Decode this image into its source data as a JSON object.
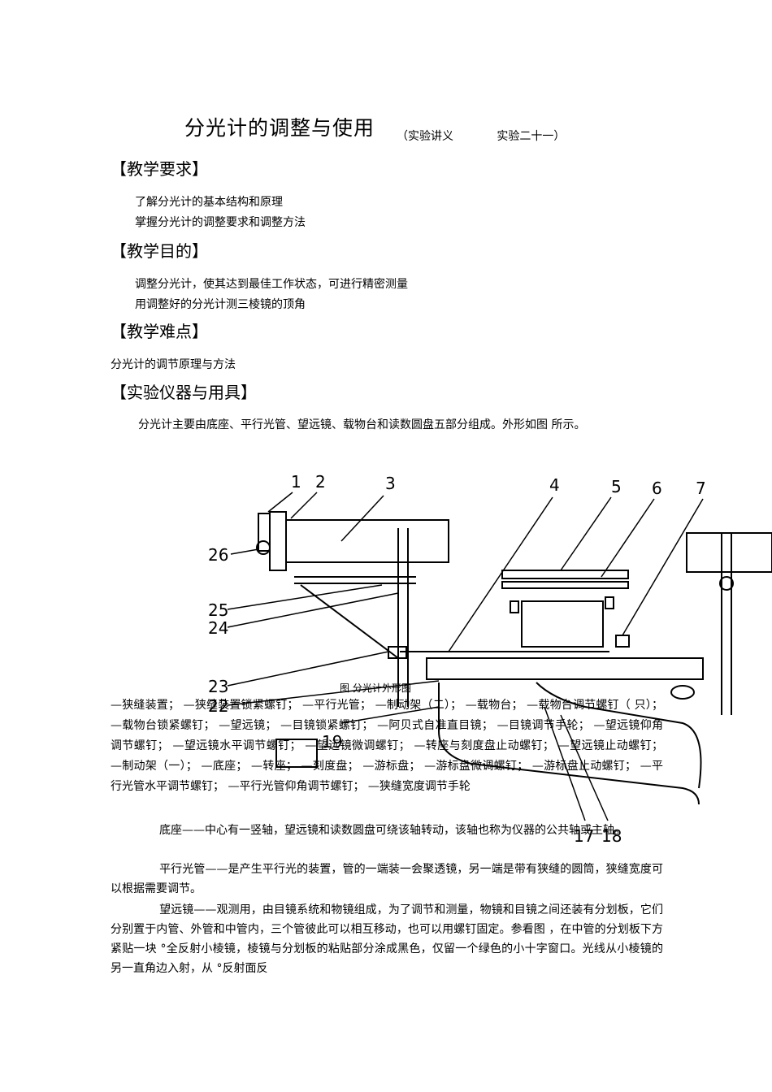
{
  "doc": {
    "title": "分光计的调整与使用",
    "subtitle": "（实验讲义            实验二十一）"
  },
  "sections": {
    "req": {
      "heading": "【教学要求】",
      "items": [
        "了解分光计的基本结构和原理",
        "掌握分光计的调整要求和调整方法"
      ]
    },
    "goal": {
      "heading": "【教学目的】",
      "items": [
        "调整分光计，使其达到最佳工作状态，可进行精密测量",
        "用调整好的分光计测三棱镜的顶角"
      ]
    },
    "diff": {
      "heading": "【教学难点】",
      "text": "分光计的调节原理与方法"
    },
    "inst": {
      "heading": "【实验仪器与用具】",
      "intro": "分光计主要由底座、平行光管、望远镜、载物台和读数圆盘五部分组成。外形如图      所示。"
    }
  },
  "figure": {
    "caption": "图    分光计外形图",
    "labels": [
      "1",
      "2",
      "3",
      "4",
      "5",
      "6",
      "7",
      "26",
      "25",
      "24",
      "23",
      "22",
      "19",
      "17",
      "18"
    ]
  },
  "legend": "—狭缝装置；  —狭缝装置锁紧螺钉；  —平行光管；  —制动架（二）；  —载物台；  —载物台调节螺钉（  只）；  —载物台锁紧螺钉；  —望远镜；  —目镜锁紧螺钉；  —阿贝式自准直目镜；  —目镜调节手轮；  —望远镜仰角调节螺钉；  —望远镜水平调节螺钉；  —望远镜微调螺钉；  —转座与刻度盘止动螺钉；  —望远镜止动螺钉；  —制动架（一）；  —底座；  —转座；  —刻度盘；  —游标盘；  —游标盘微调螺钉；  —游标盘止动螺钉；  —平行光管水平调节螺钉；  —平行光管仰角调节螺钉；  —狭缝宽度调节手轮",
  "paragraphs": [
    "底座——中心有一竖轴，望远镜和读数圆盘可绕该轴转动，该轴也称为仪器的公共轴或主轴。",
    "平行光管——是产生平行光的装置，管的一端装一会聚透镜，另一端是带有狭缝的圆筒，狭缝宽度可以根据需要调节。",
    "望远镜——观测用，由目镜系统和物镜组成，为了调节和测量，物镜和目镜之间还装有分划板，它们分别置于内管、外管和中管内，三个管彼此可以相互移动，也可以用螺钉固定。参看图    ，在中管的分划板下方紧贴一块    °全反射小棱镜，棱镜与分划板的粘贴部分涂成黑色，仅留一个绿色的小十字窗口。光线从小棱镜的另一直角边入射，从    °反射面反"
  ]
}
